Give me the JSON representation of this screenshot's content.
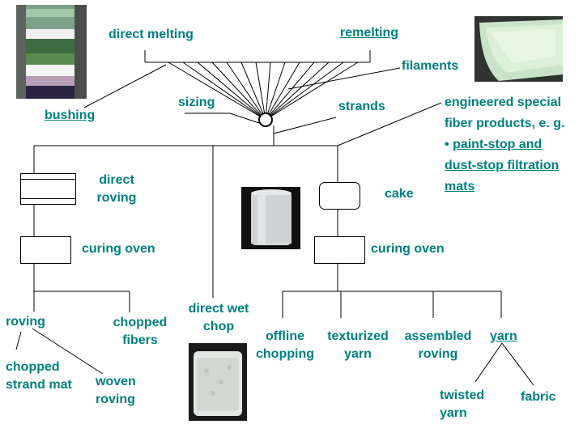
{
  "colors": {
    "label": "#00807f",
    "line": "#000000"
  },
  "labels": {
    "direct_melting": "direct melting",
    "remelting": "remelting",
    "filaments": "filaments",
    "bushing": "bushing",
    "sizing": "sizing",
    "strands": "strands",
    "engineered_line1": "engineered special",
    "engineered_line2": "fiber products, e. g.",
    "engineered_bullet": "•",
    "engineered_line3": "paint-stop and",
    "engineered_line4": "dust-stop filtration",
    "engineered_line5": "mats",
    "direct_roving_1": "direct",
    "direct_roving_2": "roving",
    "cake": "cake",
    "curing_oven_left": "curing oven",
    "curing_oven_right": "curing oven",
    "roving": "roving",
    "chopped_fibers_1": "chopped",
    "chopped_fibers_2": "fibers",
    "direct_wet_chop_1": "direct wet",
    "direct_wet_chop_2": "chop",
    "chopped_strand_mat_1": "chopped",
    "chopped_strand_mat_2": "strand mat",
    "woven_roving_1": "woven",
    "woven_roving_2": "roving",
    "offline_chopping_1": "offline",
    "offline_chopping_2": "chopping",
    "texturized_yarn_1": "texturized",
    "texturized_yarn_2": "yarn",
    "assembled_roving_1": "assembled",
    "assembled_roving_2": "roving",
    "yarn": "yarn",
    "twisted_yarn_1": "twisted",
    "twisted_yarn_2": "yarn",
    "fabric": "fabric"
  }
}
